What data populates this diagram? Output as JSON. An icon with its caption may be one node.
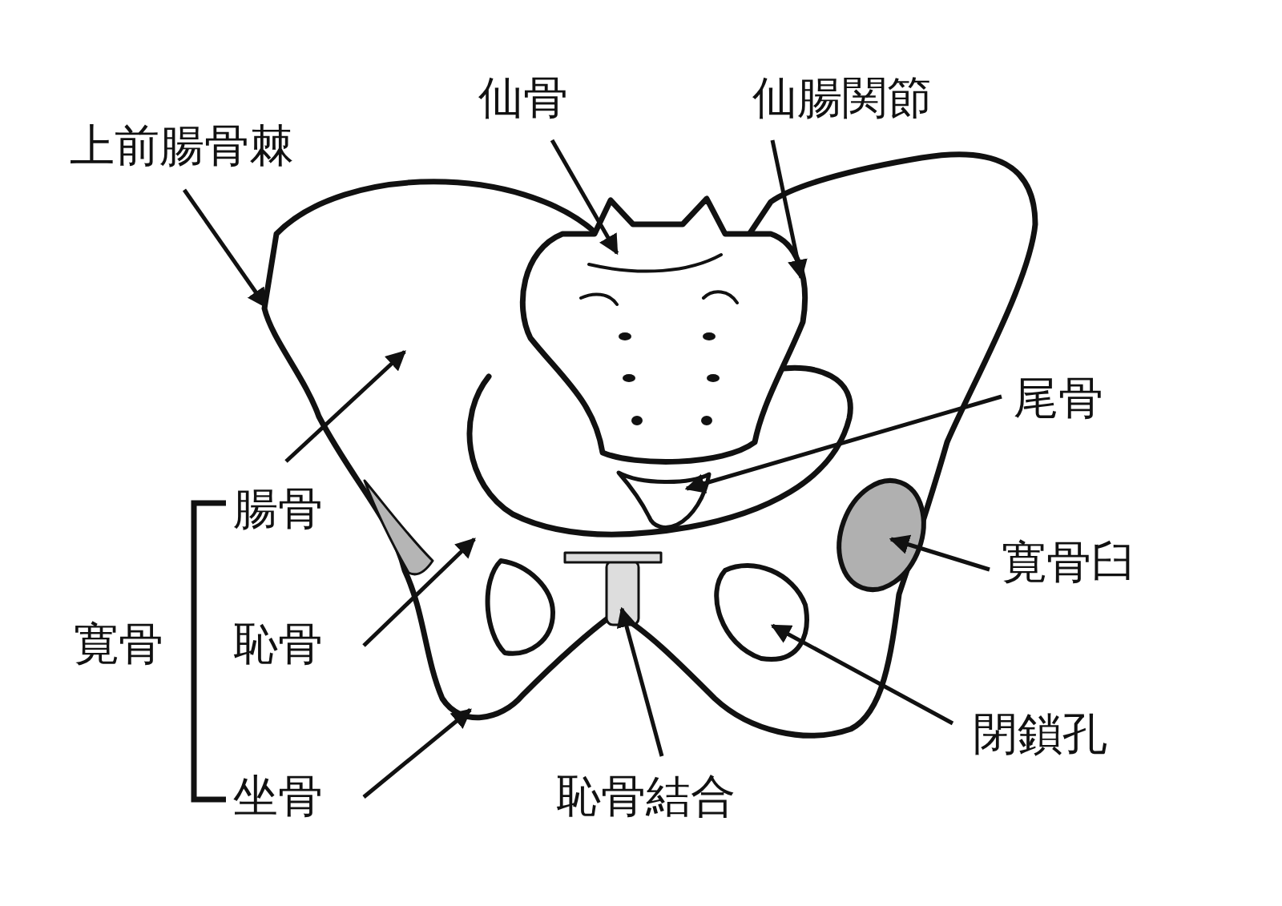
{
  "diagram": {
    "nodes": [
      {
        "text": [
          "上前腸骨棘"
        ]
      },
      {
        "text": [
          "仙骨"
        ]
      },
      {
        "text": [
          "仙腸関節"
        ]
      },
      {
        "text": [
          "尾骨"
        ]
      },
      {
        "text": [
          "腸骨"
        ]
      },
      {
        "text": [
          "寛骨臼"
        ]
      },
      {
        "text": [
          "恥骨"
        ]
      },
      {
        "text": [
          "閉鎖孔"
        ]
      },
      {
        "text": [
          "坐骨"
        ]
      },
      {
        "text": [
          "恥骨結合"
        ]
      }
    ],
    "edges": [
      {
        "from": 0,
        "to": null,
        "arrow": "to"
      },
      {
        "from": 1,
        "to": null,
        "arrow": "to"
      },
      {
        "from": 2,
        "to": null,
        "arrow": "to"
      },
      {
        "from": 3,
        "to": null,
        "arrow": "to"
      },
      {
        "from": 4,
        "to": null,
        "arrow": "to"
      },
      {
        "from": 5,
        "to": null,
        "arrow": "to"
      },
      {
        "from": 6,
        "to": null,
        "arrow": "to"
      },
      {
        "from": 7,
        "to": null,
        "arrow": "to"
      },
      {
        "from": 8,
        "to": null,
        "arrow": "to"
      },
      {
        "from": 9,
        "to": null,
        "arrow": "to"
      }
    ],
    "labels": [
      "寛骨"
    ]
  }
}
